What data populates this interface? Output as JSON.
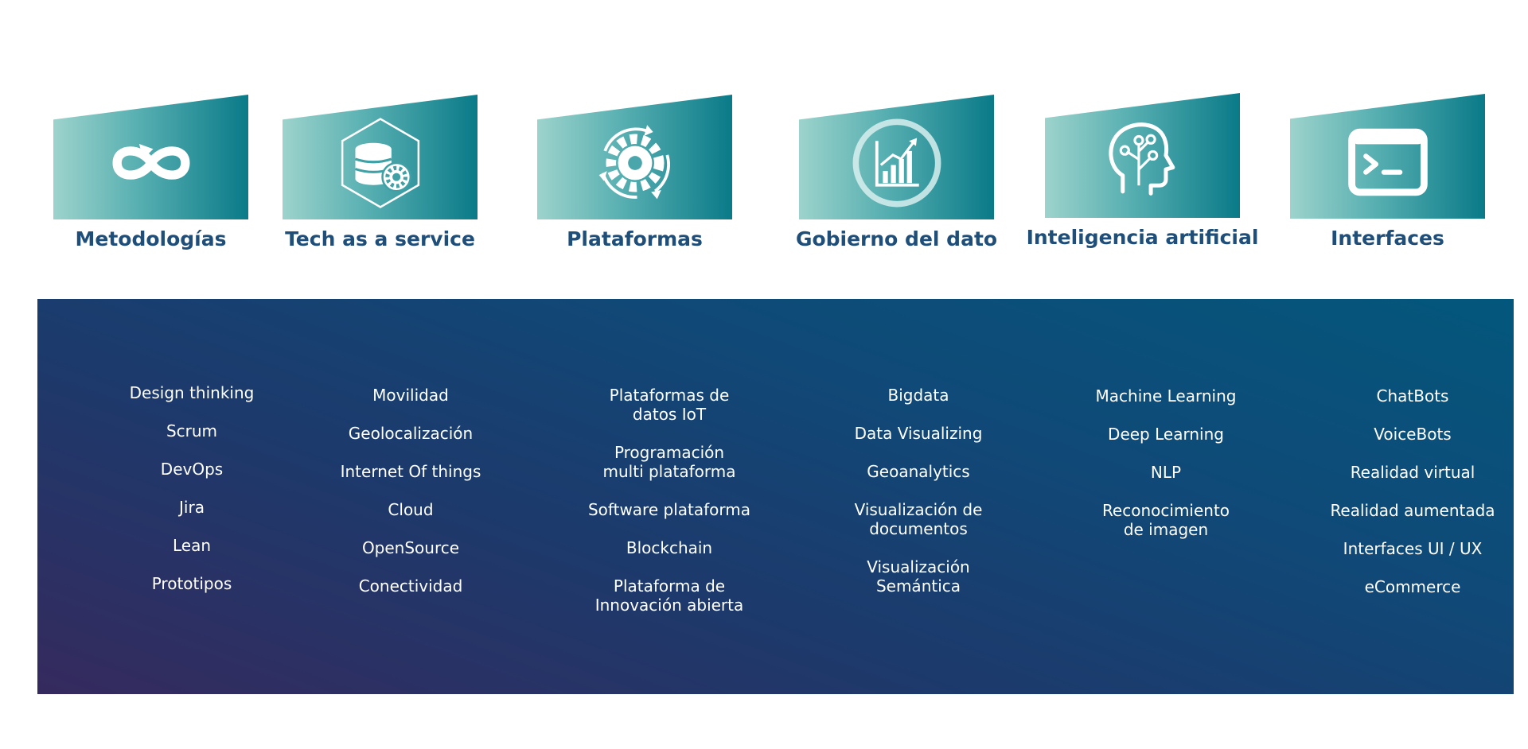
{
  "categories": [
    {
      "title": "Metodologías",
      "icon": "infinity-loop-icon",
      "items": [
        "Design thinking",
        "Scrum",
        "DevOps",
        "Jira",
        "Lean",
        "Prototipos"
      ]
    },
    {
      "title": "Tech as a service",
      "icon": "database-gear-hexagon-icon",
      "items": [
        "Movilidad",
        "Geolocalización",
        "Internet Of things",
        "Cloud",
        "OpenSource",
        "Conectividad"
      ]
    },
    {
      "title": "Plataformas",
      "icon": "gear-cycle-icon",
      "items": [
        "Plataformas de\ndatos IoT",
        "Programación\nmulti plataforma",
        "Software plataforma",
        "Blockchain",
        "Plataforma de\nInnovación abierta"
      ]
    },
    {
      "title": "Gobierno del dato",
      "icon": "bar-chart-growth-icon",
      "items": [
        "Bigdata",
        "Data Visualizing",
        "Geoanalytics",
        "Visualización de\ndocumentos",
        "Visualización\nSemántica"
      ]
    },
    {
      "title": "Inteligencia  artificial",
      "icon": "ai-head-circuit-icon",
      "items": [
        "Machine Learning",
        "Deep Learning",
        "NLP",
        "Reconocimiento\nde imagen"
      ]
    },
    {
      "title": "Interfaces",
      "icon": "terminal-window-icon",
      "items": [
        "ChatBots",
        "VoiceBots",
        "Realidad virtual",
        "Realidad aumentada",
        "Interfaces UI / UX",
        "eCommerce"
      ]
    }
  ]
}
